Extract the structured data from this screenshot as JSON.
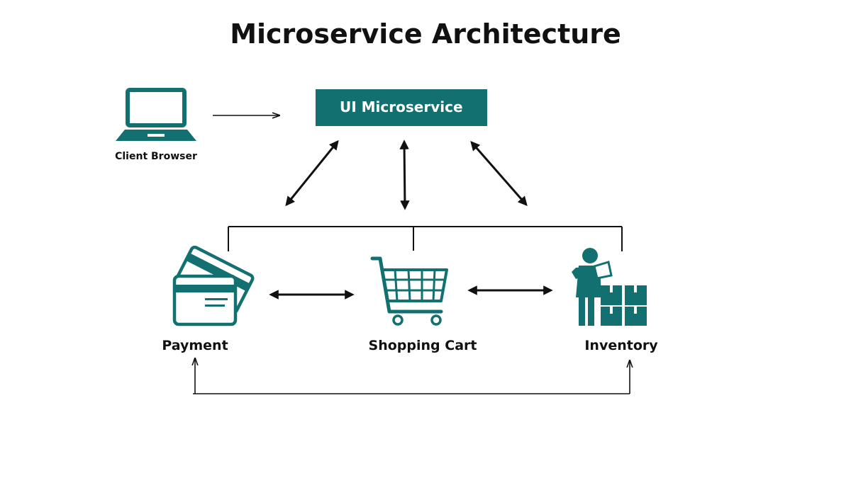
{
  "diagram": {
    "title": "Microservice Architecture",
    "ui_service": {
      "label": "UI Microservice"
    },
    "client": {
      "label": "Client Browser",
      "icon": "laptop-icon"
    },
    "services": [
      {
        "label": "Payment",
        "icon": "credit-cards-icon"
      },
      {
        "label": "Shopping Cart",
        "icon": "shopping-cart-icon"
      },
      {
        "label": "Inventory",
        "icon": "warehouse-worker-icon"
      }
    ],
    "colors": {
      "accent": "#127070",
      "text": "#111111",
      "line": "#111111",
      "background": "#ffffff"
    }
  }
}
